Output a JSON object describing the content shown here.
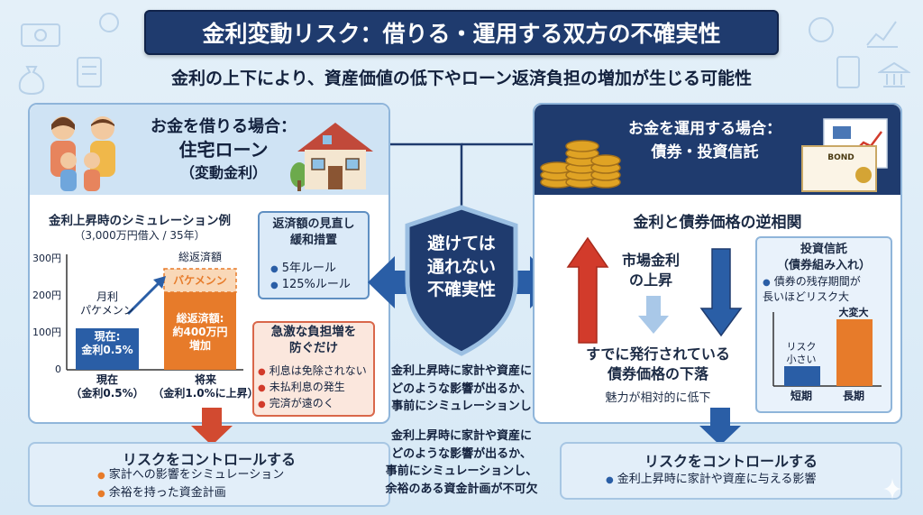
{
  "title": "金利変動リスク：借りる・運用する双方の不確実性",
  "subtitle": "金利の上下により、資産価値の低下やローン返済負担の増加が生じる可能性",
  "left": {
    "heading1": "お金を借りる場合：",
    "heading2": "住宅ローン",
    "heading3": "（変動金利）",
    "sim_title": "金利上昇時のシミュレーション例",
    "sim_sub": "（3,000万円借入 / 35年）",
    "yaxis": [
      "300円",
      "200円",
      "100円",
      "0"
    ],
    "monthly_label": "月利\nパケメンン",
    "total_label": "総返済額",
    "total_top": "バケメンン",
    "bar_now": "現在:\n金利0.5%",
    "bar_future": "総返済額:\n約400万円\n増加",
    "x_now": "現在\n（金利0.5%）",
    "x_future": "将来\n（金利1.0%に上昇）",
    "chart_data": {
      "type": "bar",
      "categories": [
        "現在",
        "将来"
      ],
      "values": [
        110,
        265
      ]
    },
    "mitigation_title": "返済額の見直し\n緩和措置",
    "mitigation_items": [
      "5年ルール",
      "125%ルール"
    ],
    "warning_title": "急激な負担増を\n防ぐだけ",
    "warning_items": [
      "利息は免除されない",
      "未払利息の発生",
      "完済が遠のく"
    ],
    "control_title": "リスクをコントロールする",
    "control_items": [
      "家計への影響をシミュレーション",
      "余裕を持った資金計画"
    ]
  },
  "center": {
    "shield_text": "避けては\n通れない\n不確実性",
    "text1": "金利上昇時に家計や資産に\nどのような影響が出るか、\n事前にシミュレーションし",
    "text2": "金利上昇時に家計や資産に\nどのような影響が出るか、\n事前にシミュレーションし、\n余裕のある資金計画が不可欠"
  },
  "right": {
    "heading1": "お金を運用する場合：",
    "heading2": "債券・投資信託",
    "bond_label": "BOND",
    "section_title": "金利と債券価格の逆相関",
    "market_rate": "市場金利\nの上昇",
    "result_title": "すでに発行されている\n債券価格の下落",
    "result_sub": "魅力が相対的に低下",
    "fund_title": "投資信託\n（債券組み入れ）",
    "fund_note": "債券の残存期間が\n長いほどリスク大",
    "short_label": "短期",
    "long_label": "長期",
    "small_risk": "リスク\n小さい",
    "big_risk": "大変大",
    "fund_chart": {
      "type": "bar",
      "categories": [
        "短期",
        "長期"
      ],
      "values": [
        1,
        4
      ]
    },
    "control_title": "リスクをコントロールする",
    "control_items": [
      "金利上昇時に家計や資産に与える影響"
    ]
  },
  "colors": {
    "navy": "#1f3b6e",
    "blue": "#2a5ea6",
    "orange": "#e77b2a",
    "red": "#d23b2b"
  }
}
